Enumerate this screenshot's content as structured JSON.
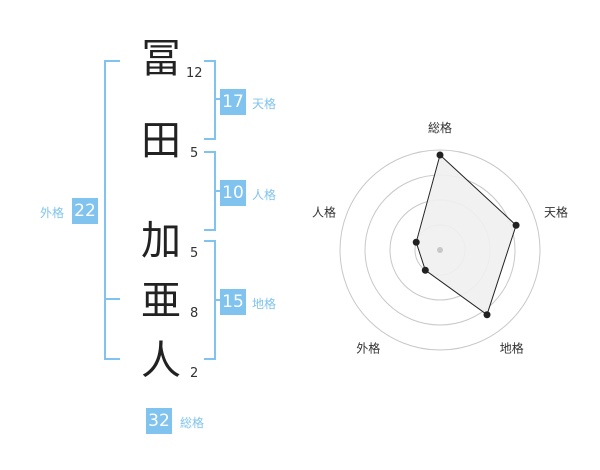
{
  "name_chars": [
    {
      "char": "冨",
      "strokes": "12"
    },
    {
      "char": "田",
      "strokes": "5"
    },
    {
      "char": "加",
      "strokes": "5"
    },
    {
      "char": "亜",
      "strokes": "8"
    },
    {
      "char": "人",
      "strokes": "2"
    }
  ],
  "fortune": {
    "tenkaku": {
      "value": "17",
      "label": "天格"
    },
    "jinkaku": {
      "value": "10",
      "label": "人格"
    },
    "chikaku": {
      "value": "15",
      "label": "地格"
    },
    "gaikaku": {
      "value": "22",
      "label": "外格"
    },
    "soukaku": {
      "value": "32",
      "label": "総格"
    }
  },
  "colors": {
    "accent": "#7fc3ee",
    "radar_fill": "#efefef",
    "radar_line": "#222222",
    "grid": "#c8c8c8"
  },
  "chart_data": {
    "type": "radar",
    "axes": [
      "総格",
      "天格",
      "地格",
      "外格",
      "人格"
    ],
    "values": [
      0.95,
      0.8,
      0.8,
      0.25,
      0.25
    ],
    "range": [
      0,
      1
    ],
    "grid_rings": 4
  }
}
